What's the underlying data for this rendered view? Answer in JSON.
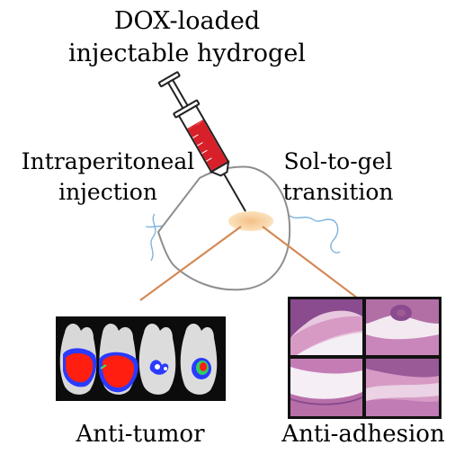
{
  "labels": {
    "hydrogel_line1": "DOX-loaded",
    "hydrogel_line2": "injectable hydrogel",
    "injection_line1": "Intraperitoneal",
    "injection_line2": "injection",
    "transition_line1": "Sol-to-gel",
    "transition_line2": "transition",
    "anti_tumor": "Anti-tumor",
    "anti_adhesion": "Anti-adhesion"
  },
  "icons": {
    "syringe": "syringe-icon",
    "body": "abdomen-outline",
    "gel": "hydrogel-spot",
    "mice": "mouse-imaging",
    "histology": "tissue-section"
  },
  "colors": {
    "syringe_fill": "#d8202a",
    "gel_spot": "#f6cd98",
    "connector": "#d48a55",
    "body_outline": "#909090",
    "vessel": "#7fb4e0",
    "tissue_pink": "#d99ac6",
    "tissue_purple": "#8a4c8e"
  }
}
